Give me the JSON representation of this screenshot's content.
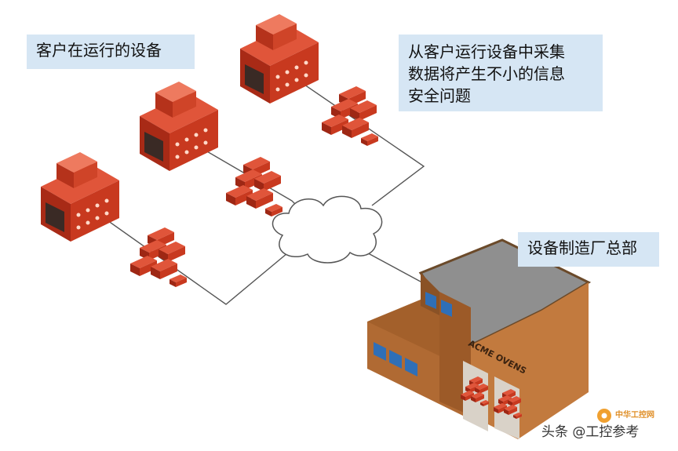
{
  "labels": {
    "customer_equipment": "客户在运行的设备",
    "risk_lines": [
      "从客户运行设备中采集",
      "数据将产生不小的信息",
      "安全问题"
    ],
    "manufacturer_hq": "设备制造厂总部"
  },
  "building": {
    "sign": "ACME OVENS"
  },
  "watermark": {
    "site": "中华工控网",
    "author": "头条 @工控参考"
  },
  "colors": {
    "oven": "#c8391f",
    "oven_dark": "#8e2412",
    "building_wall": "#b06a33",
    "building_roof": "#8a8a8a",
    "label_bg": "#d6e6f4",
    "window": "#2f6fb7"
  }
}
